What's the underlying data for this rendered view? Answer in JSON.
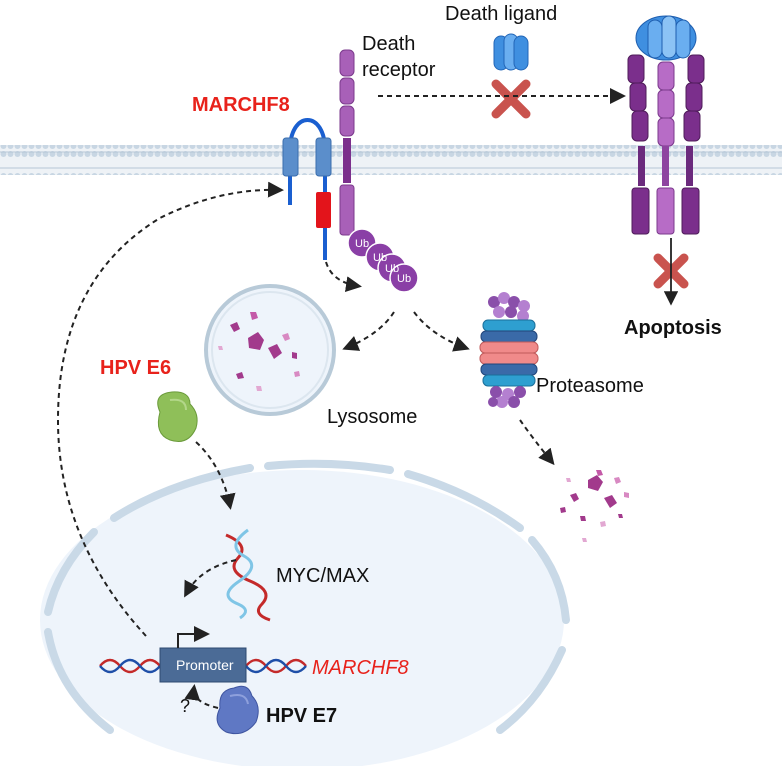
{
  "labels": {
    "marchf8_membrane": "MARCHF8",
    "death_receptor_line1": "Death",
    "death_receptor_line2": "receptor",
    "death_ligand": "Death ligand",
    "apoptosis": "Apoptosis",
    "proteasome": "Proteasome",
    "lysosome": "Lysosome",
    "hpv_e6": "HPV E6",
    "hpv_e7": "HPV E7",
    "myc_max": "MYC/MAX",
    "promoter": "Promoter",
    "marchf8_gene": "MARCHF8",
    "question_mark": "?",
    "ub": "Ub"
  },
  "colors": {
    "highlight_red": "#e8221b",
    "membrane": "#b9cadb",
    "receptor_purple": "#8a3a9a",
    "receptor_light": "#b76cc6",
    "ligand_blue": "#3f8fe0",
    "inhibit_red": "#c9534e",
    "nucleus_fill": "#eef4fb",
    "promoter_box": "#4b6b96",
    "e6_green": "#8fbf59",
    "e7_blue": "#5f78c4"
  }
}
